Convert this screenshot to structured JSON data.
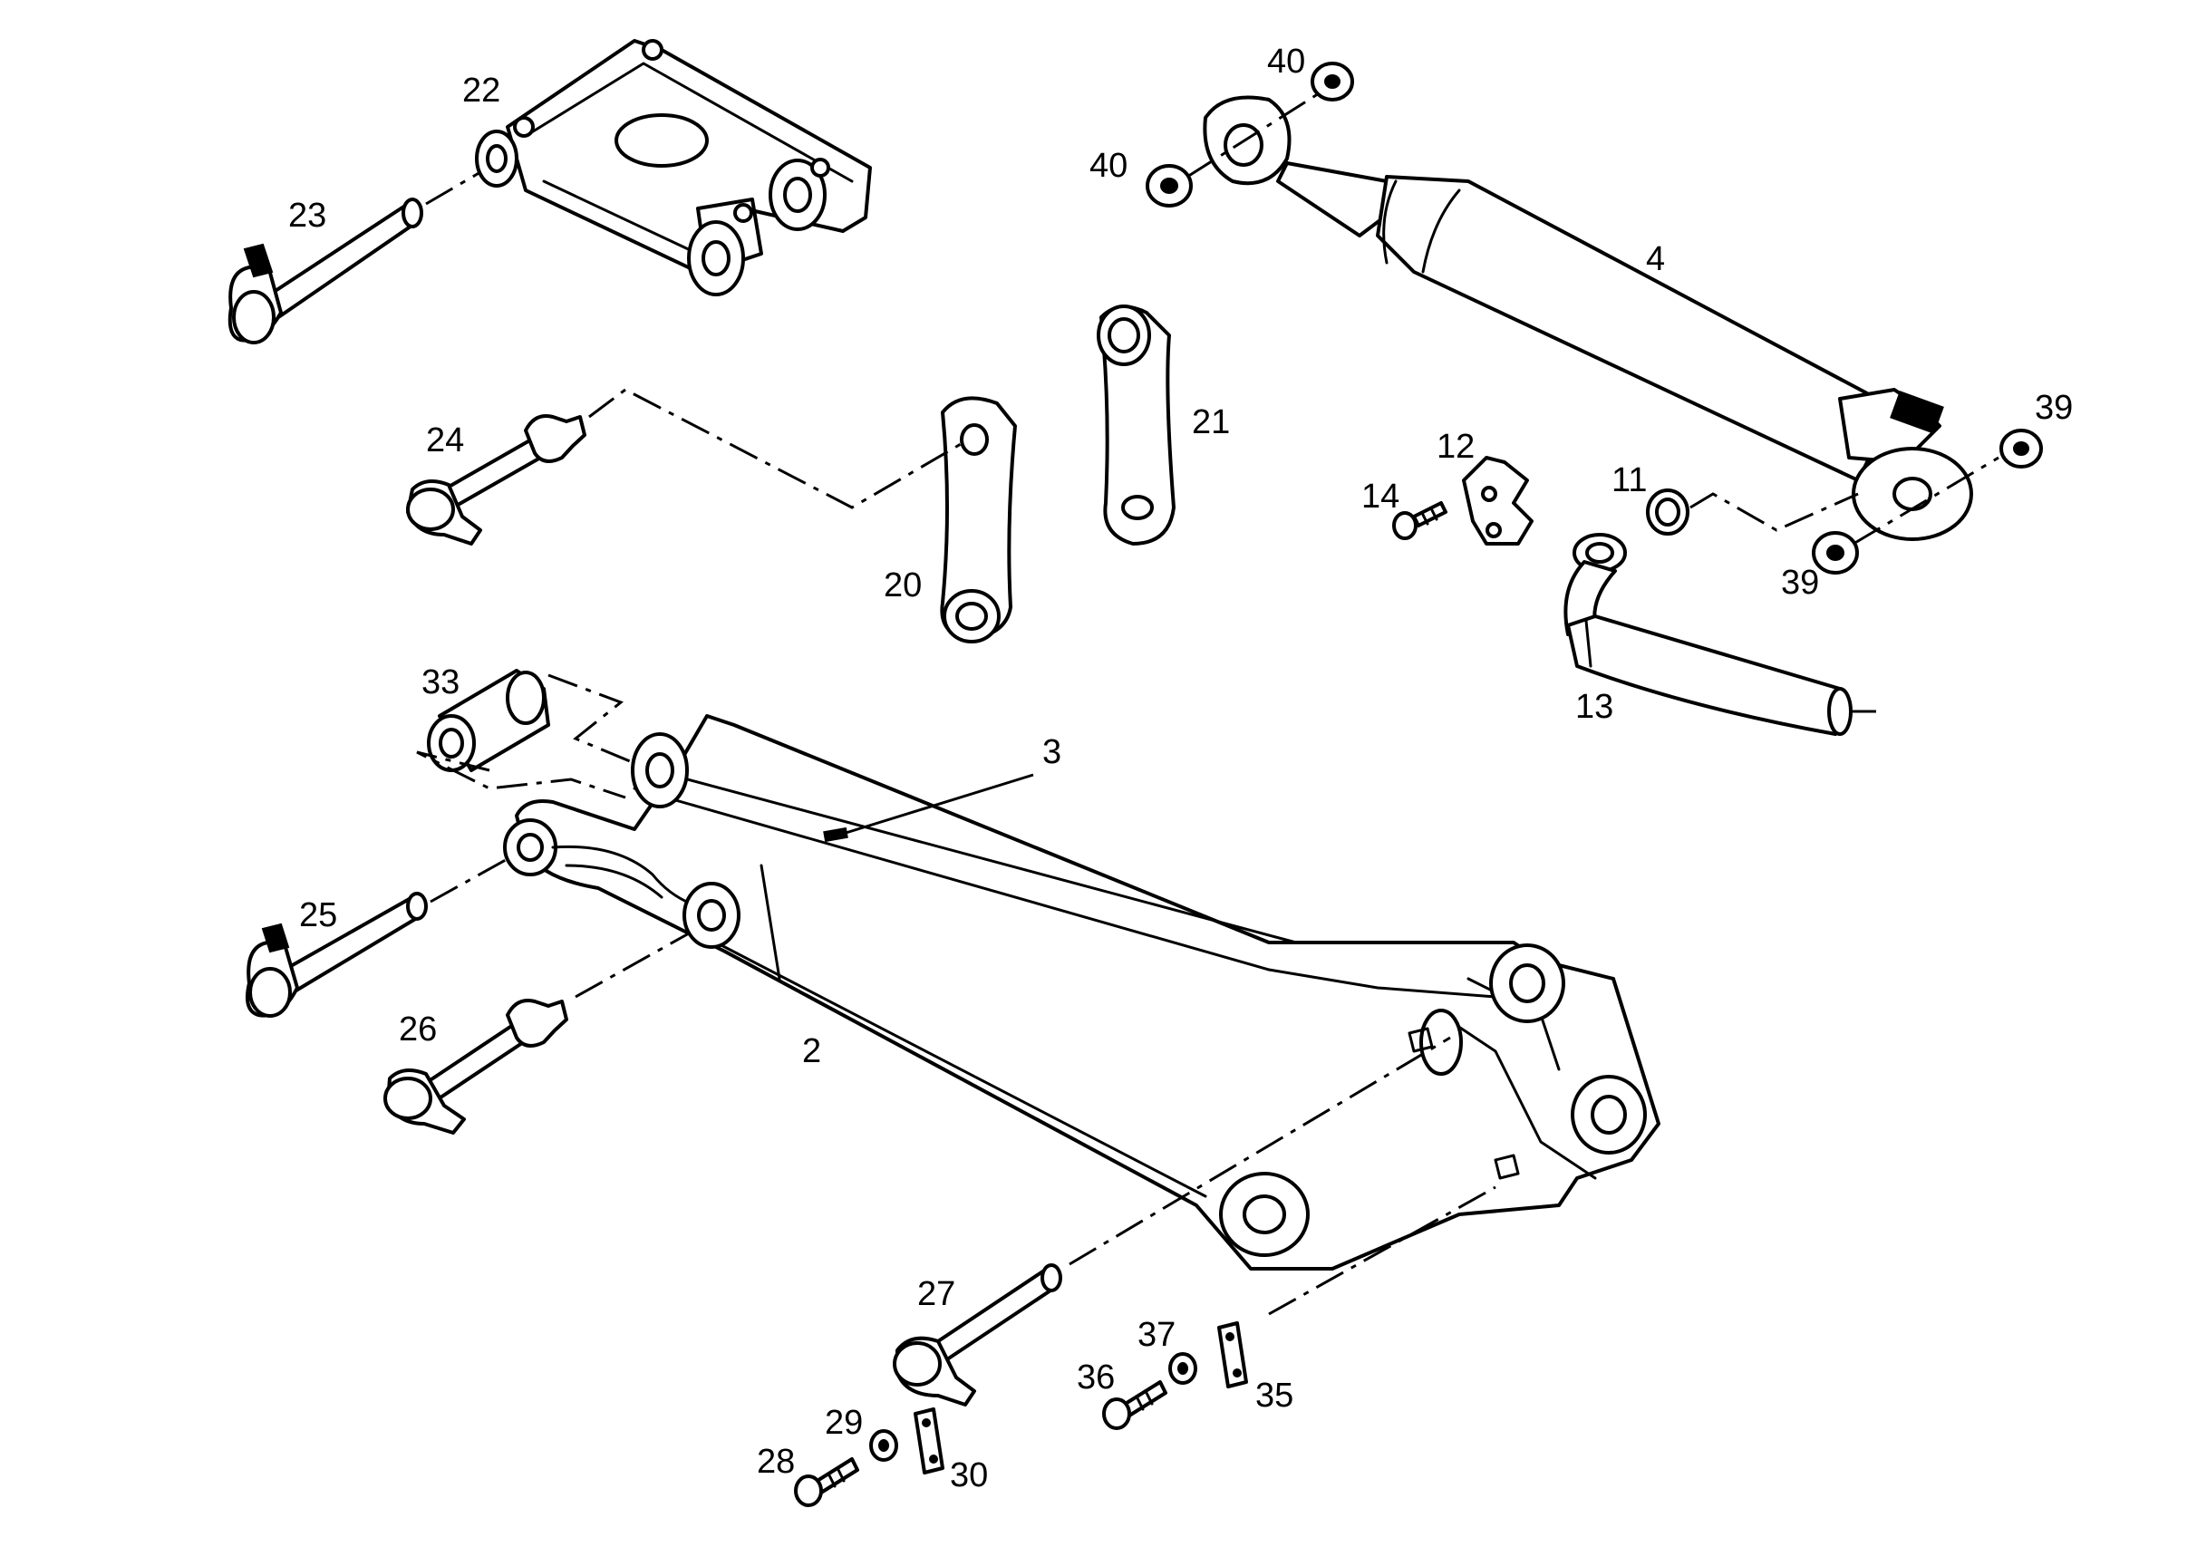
{
  "diagram": {
    "callouts": {
      "c2": "2",
      "c3": "3",
      "c4": "4",
      "c11": "11",
      "c12": "12",
      "c13": "13",
      "c14": "14",
      "c20": "20",
      "c21": "21",
      "c22": "22",
      "c23": "23",
      "c24": "24",
      "c25": "25",
      "c26": "26",
      "c27": "27",
      "c28": "28",
      "c29": "29",
      "c30": "30",
      "c33": "33",
      "c35": "35",
      "c36": "36",
      "c37": "37",
      "c39a": "39",
      "c39b": "39",
      "c40a": "40",
      "c40b": "40"
    }
  }
}
